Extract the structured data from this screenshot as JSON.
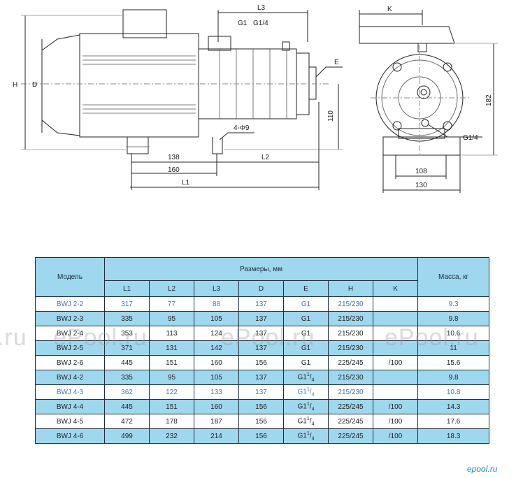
{
  "drawing": {
    "labels": {
      "L3": "L3",
      "G1": "G1",
      "G1_4_top": "G1/4",
      "K": "K",
      "H": "H",
      "D": "D",
      "E": "E",
      "d110": "110",
      "d182": "182",
      "phi9": "4-Φ9",
      "d138": "138",
      "d160": "160",
      "L2": "L2",
      "L1": "L1",
      "G1_4_side": "G1/4",
      "d108": "108",
      "d130": "130"
    }
  },
  "table": {
    "header": {
      "model": "Модель",
      "dimensions": "Размеры, мм",
      "mass": "Масса, кг"
    },
    "columns": [
      "L1",
      "L2",
      "L3",
      "D",
      "E",
      "H",
      "K"
    ],
    "rows": [
      {
        "model": "BWJ 2-2",
        "L1": "317",
        "L2": "77",
        "L3": "88",
        "D": "137",
        "E_base": "G1",
        "E_sup": "",
        "E_sub": "",
        "H": "215/230",
        "K": "",
        "mass": "9.3"
      },
      {
        "model": "BWJ 2-3",
        "L1": "335",
        "L2": "95",
        "L3": "105",
        "D": "137",
        "E_base": "G1",
        "E_sup": "",
        "E_sub": "",
        "H": "215/230",
        "K": "",
        "mass": "9.8"
      },
      {
        "model": "BWJ 2-4",
        "L1": "353",
        "L2": "113",
        "L3": "124",
        "D": "137",
        "E_base": "G1",
        "E_sup": "",
        "E_sub": "",
        "H": "215/230",
        "K": "",
        "mass": "10.6"
      },
      {
        "model": "BWJ 2-5",
        "L1": "371",
        "L2": "131",
        "L3": "142",
        "D": "137",
        "E_base": "G1",
        "E_sup": "",
        "E_sub": "",
        "H": "215/230",
        "K": "",
        "mass": "11"
      },
      {
        "model": "BWJ 2-6",
        "L1": "445",
        "L2": "151",
        "L3": "160",
        "D": "156",
        "E_base": "G1",
        "E_sup": "",
        "E_sub": "",
        "H": "225/245",
        "K": "/100",
        "mass": "15.6"
      },
      {
        "model": "BWJ 4-2",
        "L1": "335",
        "L2": "95",
        "L3": "105",
        "D": "137",
        "E_base": "G1",
        "E_sup": "1",
        "E_sub": "4",
        "H": "215/230",
        "K": "",
        "mass": "9.8"
      },
      {
        "model": "BWJ 4-3",
        "L1": "362",
        "L2": "122",
        "L3": "133",
        "D": "137",
        "E_base": "G1",
        "E_sup": "1",
        "E_sub": "4",
        "H": "215/230",
        "K": "",
        "mass": "10.8"
      },
      {
        "model": "BWJ 4-4",
        "L1": "445",
        "L2": "151",
        "L3": "160",
        "D": "156",
        "E_base": "G1",
        "E_sup": "1",
        "E_sub": "4",
        "H": "225/245",
        "K": "/100",
        "mass": "14.3"
      },
      {
        "model": "BWJ 4-5",
        "L1": "472",
        "L2": "178",
        "L3": "187",
        "D": "156",
        "E_base": "G1",
        "E_sup": "1",
        "E_sub": "4",
        "H": "225/245",
        "K": "/100",
        "mass": "17.6"
      },
      {
        "model": "BWJ 4-6",
        "L1": "499",
        "L2": "232",
        "L3": "214",
        "D": "156",
        "E_base": "G1",
        "E_sup": "1",
        "E_sub": "4",
        "H": "225/245",
        "K": "/100",
        "mass": "18.3"
      }
    ]
  },
  "watermarks": [
    "ePool.ru",
    "ePool.ru",
    "ePool.ru",
    "ePool.ru"
  ],
  "logo": "epool.ru",
  "colors": {
    "header_fill": "#9fd7ee",
    "light_text": "#4c74b0",
    "logo": "#1b8fc9"
  }
}
